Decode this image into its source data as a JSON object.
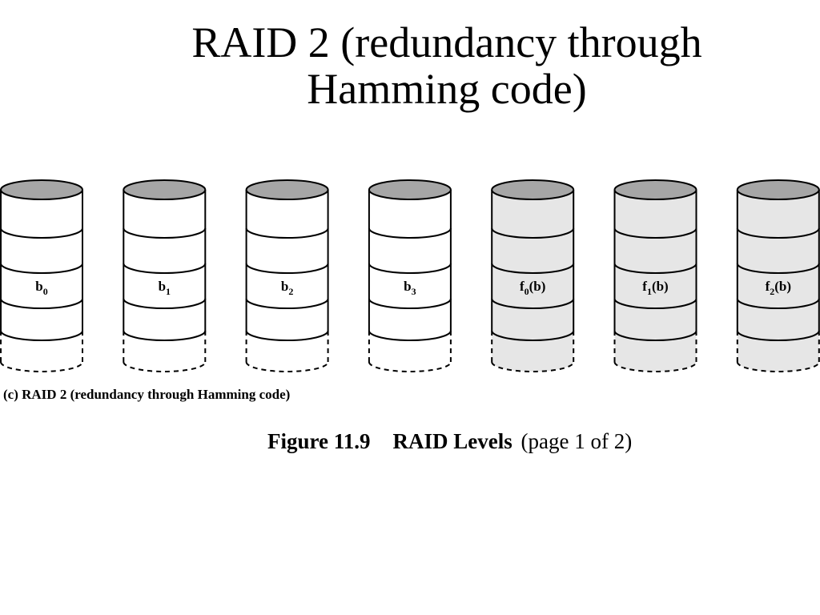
{
  "title": {
    "line1": "RAID 2 (redundancy through",
    "line2": "Hamming code)"
  },
  "disks": [
    {
      "main": "b",
      "sub": "0",
      "suffix": "",
      "kind": "data"
    },
    {
      "main": "b",
      "sub": "1",
      "suffix": "",
      "kind": "data"
    },
    {
      "main": "b",
      "sub": "2",
      "suffix": "",
      "kind": "data"
    },
    {
      "main": "b",
      "sub": "3",
      "suffix": "",
      "kind": "data"
    },
    {
      "main": "f",
      "sub": "0",
      "suffix": "(b)",
      "kind": "parity"
    },
    {
      "main": "f",
      "sub": "1",
      "suffix": "(b)",
      "kind": "parity"
    },
    {
      "main": "f",
      "sub": "2",
      "suffix": "(b)",
      "kind": "parity"
    }
  ],
  "colors": {
    "data_fill": "#ffffff",
    "parity_fill": "#e6e6e6",
    "top_fill": "#a6a6a6",
    "stroke": "#000000"
  },
  "caption": "(c) RAID 2 (redundancy through Hamming code)",
  "figure": {
    "number": "Figure 11.9",
    "name": "RAID Levels",
    "page": "(page 1 of 2)"
  }
}
